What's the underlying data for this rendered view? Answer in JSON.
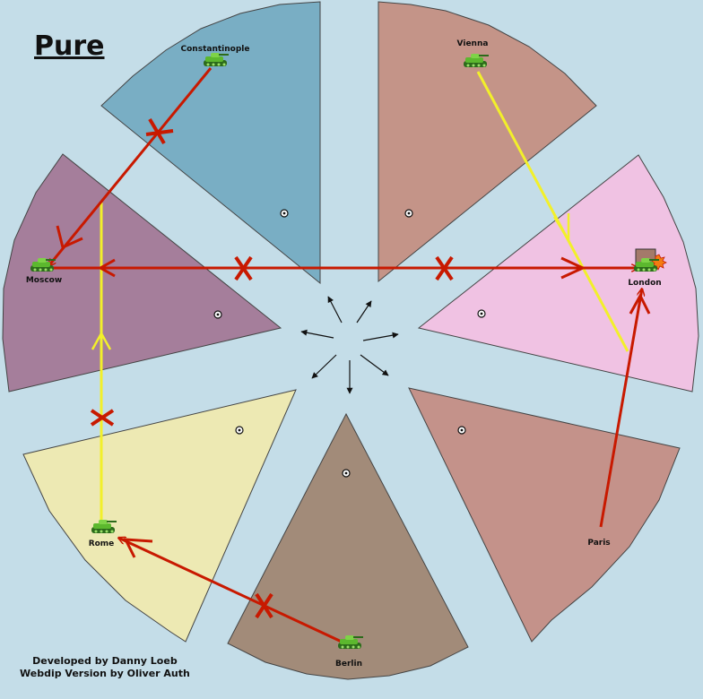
{
  "map": {
    "title": "Pure",
    "credits": [
      "Developed by Danny Loeb",
      "Webdip Version by Oliver Auth"
    ]
  },
  "colors": {
    "background": "#c4dde8",
    "constantinople": "#79aec4",
    "vienna": "#c49488",
    "london": "#f0c2e3",
    "paris": "#c4928a",
    "berlin": "#a28b79",
    "rome": "#ede9b3",
    "moscow": "#a57e9b",
    "move_arrow": "#c81900",
    "support_line": "#f2f02a",
    "failed_mark": "#c81900"
  },
  "territories": [
    {
      "id": "constantinople",
      "label": "Constantinople",
      "color_key": "constantinople"
    },
    {
      "id": "vienna",
      "label": "Vienna",
      "color_key": "vienna"
    },
    {
      "id": "london",
      "label": "London",
      "color_key": "london"
    },
    {
      "id": "paris",
      "label": "Paris",
      "color_key": "paris"
    },
    {
      "id": "berlin",
      "label": "Berlin",
      "color_key": "berlin"
    },
    {
      "id": "rome",
      "label": "Rome",
      "color_key": "rome"
    },
    {
      "id": "moscow",
      "label": "Moscow",
      "color_key": "moscow"
    }
  ],
  "units": [
    {
      "territory": "constantinople",
      "type": "army-tank-icon"
    },
    {
      "territory": "vienna",
      "type": "army-tank-icon"
    },
    {
      "territory": "london",
      "type": "army-tank-icon",
      "status": "dislodged"
    },
    {
      "territory": "moscow",
      "type": "army-tank-icon"
    },
    {
      "territory": "rome",
      "type": "army-tank-icon"
    },
    {
      "territory": "berlin",
      "type": "army-tank-icon"
    }
  ],
  "orders": [
    {
      "kind": "move",
      "from": "constantinople",
      "to": "moscow",
      "failed": true
    },
    {
      "kind": "move",
      "from": "moscow",
      "to": "london",
      "failed": true
    },
    {
      "kind": "move",
      "from": "paris",
      "to": "london",
      "failed": false
    },
    {
      "kind": "move",
      "from": "berlin",
      "to": "rome",
      "failed": true
    },
    {
      "kind": "support",
      "from": "vienna",
      "target": "london",
      "failed": false
    },
    {
      "kind": "support",
      "from": "rome",
      "target": "moscow",
      "failed": true
    }
  ]
}
